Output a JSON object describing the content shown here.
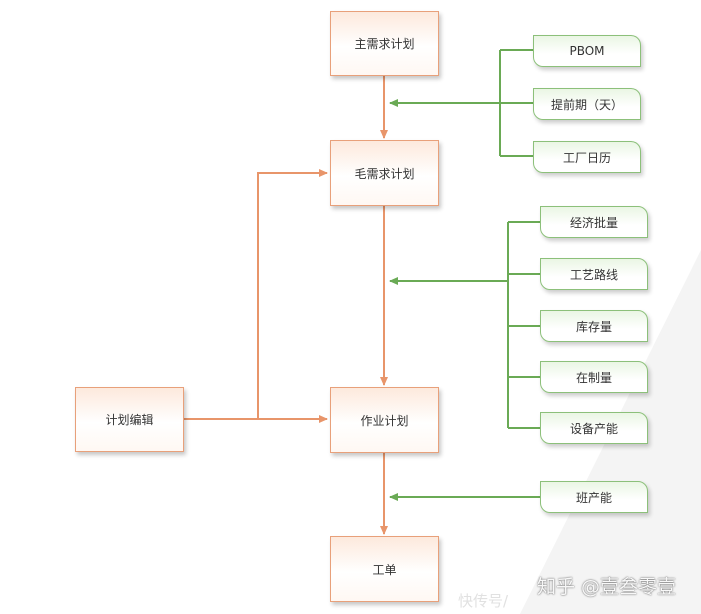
{
  "colors": {
    "orange": "#e8956a",
    "green": "#6aaa55"
  },
  "nodes": {
    "master_plan": "主需求计划",
    "gross_plan": "毛需求计划",
    "job_plan": "作业计划",
    "plan_edit": "计划编辑",
    "work_order": "工单"
  },
  "inputs_top": [
    "PBOM",
    "提前期（天）",
    "工厂日历"
  ],
  "inputs_mid": [
    "经济批量",
    "工艺路线",
    "库存量",
    "在制量",
    "设备产能"
  ],
  "inputs_bottom": [
    "班产能"
  ],
  "watermark": {
    "text": "知乎 @壹叁零壹",
    "sub": "快传号/"
  }
}
